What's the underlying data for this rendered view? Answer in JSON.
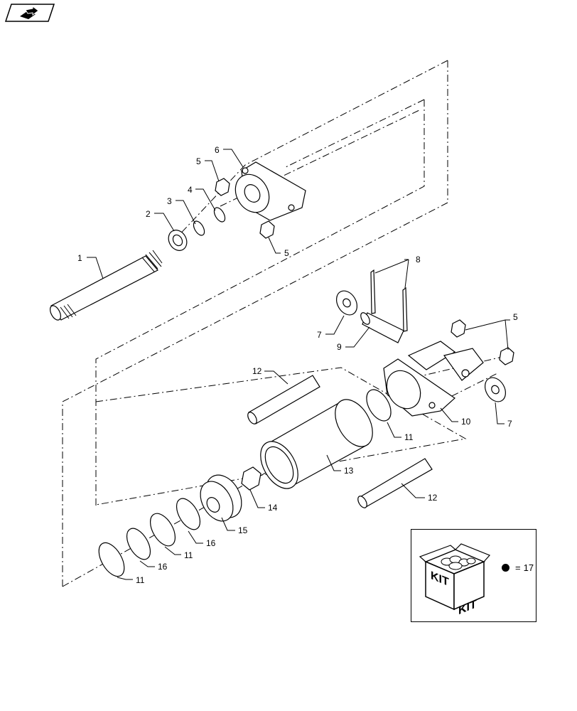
{
  "header": {
    "nav_icon": "book-arrow-icon"
  },
  "callouts": [
    {
      "id": "c1",
      "text": "1"
    },
    {
      "id": "c2",
      "text": "2"
    },
    {
      "id": "c3",
      "text": "3"
    },
    {
      "id": "c4",
      "text": "4"
    },
    {
      "id": "c5a",
      "text": "5"
    },
    {
      "id": "c5b",
      "text": "5"
    },
    {
      "id": "c5c",
      "text": "5"
    },
    {
      "id": "c6",
      "text": "6"
    },
    {
      "id": "c7a",
      "text": "7"
    },
    {
      "id": "c7b",
      "text": "7"
    },
    {
      "id": "c8",
      "text": "8"
    },
    {
      "id": "c9",
      "text": "9"
    },
    {
      "id": "c10",
      "text": "10"
    },
    {
      "id": "c11a",
      "text": "11"
    },
    {
      "id": "c11b",
      "text": "11"
    },
    {
      "id": "c11c",
      "text": "11"
    },
    {
      "id": "c12a",
      "text": "12"
    },
    {
      "id": "c12b",
      "text": "12"
    },
    {
      "id": "c13",
      "text": "13"
    },
    {
      "id": "c14",
      "text": "14"
    },
    {
      "id": "c15",
      "text": "15"
    },
    {
      "id": "c16a",
      "text": "16"
    },
    {
      "id": "c16b",
      "text": "16"
    }
  ],
  "kit": {
    "face_left": "KIT",
    "face_right": "KIT",
    "legend_symbol": "=",
    "legend_number": "17",
    "icon": "kit-box-icon"
  }
}
